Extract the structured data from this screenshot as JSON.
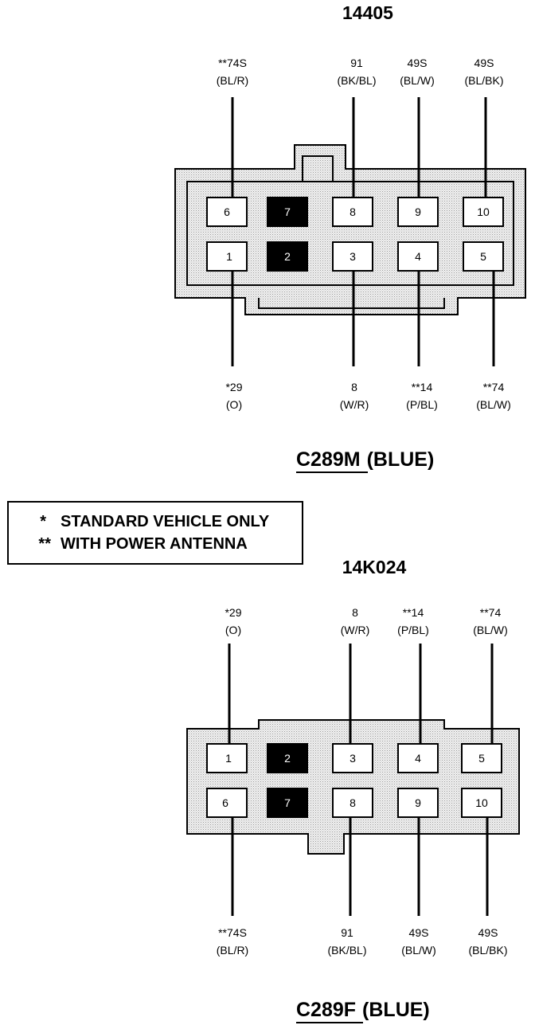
{
  "top": {
    "part_number": "14405",
    "connector_code": "C289M",
    "connector_color": "(BLUE)",
    "top_wires": [
      {
        "circuit": "**74S",
        "color": "(BL/R)"
      },
      {
        "circuit": "91",
        "color": "(BK/BL)"
      },
      {
        "circuit": "49S",
        "color": "(BL/W)"
      },
      {
        "circuit": "49S",
        "color": "(BL/BK)"
      }
    ],
    "bottom_wires": [
      {
        "circuit": "*29",
        "color": "(O)"
      },
      {
        "circuit": "8",
        "color": "(W/R)"
      },
      {
        "circuit": "**14",
        "color": "(P/BL)"
      },
      {
        "circuit": "**74",
        "color": "(BL/W)"
      }
    ],
    "row_upper": [
      "6",
      "7",
      "8",
      "9",
      "10"
    ],
    "row_lower": [
      "1",
      "2",
      "3",
      "4",
      "5"
    ]
  },
  "legend": {
    "line1_mark": "*",
    "line1_text": "STANDARD VEHICLE ONLY",
    "line2_mark": "**",
    "line2_text": "WITH POWER ANTENNA"
  },
  "bottom": {
    "part_number": "14K024",
    "connector_code": "C289F",
    "connector_color": "(BLUE)",
    "top_wires": [
      {
        "circuit": "*29",
        "color": "(O)"
      },
      {
        "circuit": "8",
        "color": "(W/R)"
      },
      {
        "circuit": "**14",
        "color": "(P/BL)"
      },
      {
        "circuit": "**74",
        "color": "(BL/W)"
      }
    ],
    "bottom_wires": [
      {
        "circuit": "**74S",
        "color": "(BL/R)"
      },
      {
        "circuit": "91",
        "color": "(BK/BL)"
      },
      {
        "circuit": "49S",
        "color": "(BL/W)"
      },
      {
        "circuit": "49S",
        "color": "(BL/BK)"
      }
    ],
    "row_upper": [
      "1",
      "2",
      "3",
      "4",
      "5"
    ],
    "row_lower": [
      "6",
      "7",
      "8",
      "9",
      "10"
    ]
  }
}
